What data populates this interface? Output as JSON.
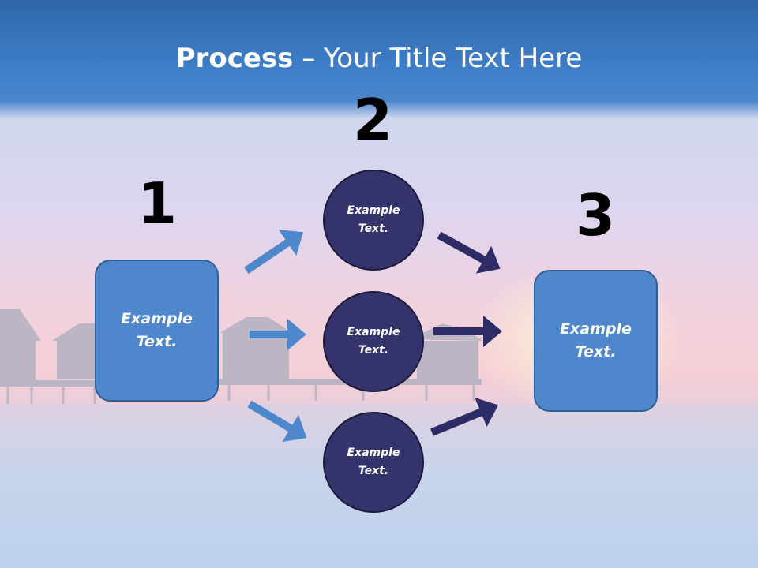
{
  "title": {
    "bold": "Process",
    "rest": " – Your Title Text Here"
  },
  "steps": [
    {
      "number": "1",
      "text_line1": "Example",
      "text_line2": "Text."
    },
    {
      "number": "2"
    },
    {
      "number": "3",
      "text_line1": "Example",
      "text_line2": "Text."
    }
  ],
  "circles": [
    {
      "text_line1": "Example",
      "text_line2": "Text."
    },
    {
      "text_line1": "Example",
      "text_line2": "Text."
    },
    {
      "text_line1": "Example",
      "text_line2": "Text."
    }
  ],
  "colors": {
    "box": "#4f87cc",
    "circle": "#34336b",
    "arrow_light": "#4f87cc",
    "arrow_dark": "#2e2c66"
  }
}
